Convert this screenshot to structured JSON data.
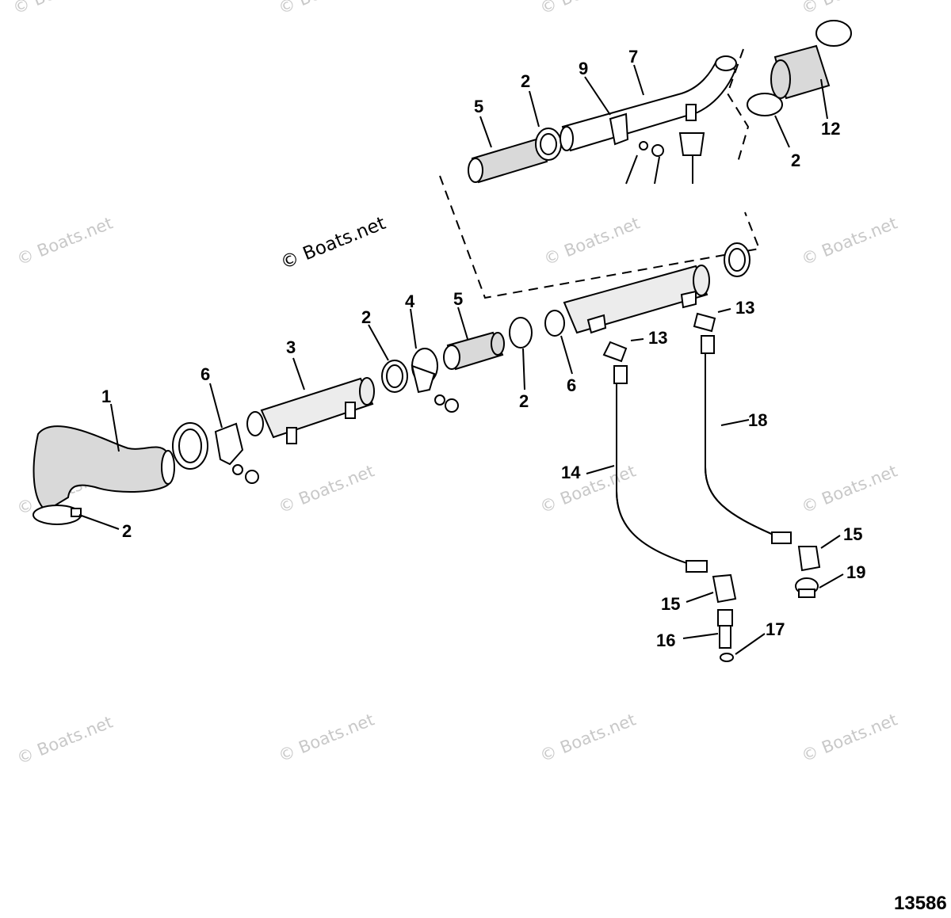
{
  "watermark_text": "© Boats.net",
  "drawing_number": "13586",
  "callout_labels": [
    "1",
    "2",
    "3",
    "4",
    "5",
    "6",
    "7",
    "9",
    "12",
    "13",
    "14",
    "15",
    "16",
    "17",
    "18",
    "19"
  ]
}
